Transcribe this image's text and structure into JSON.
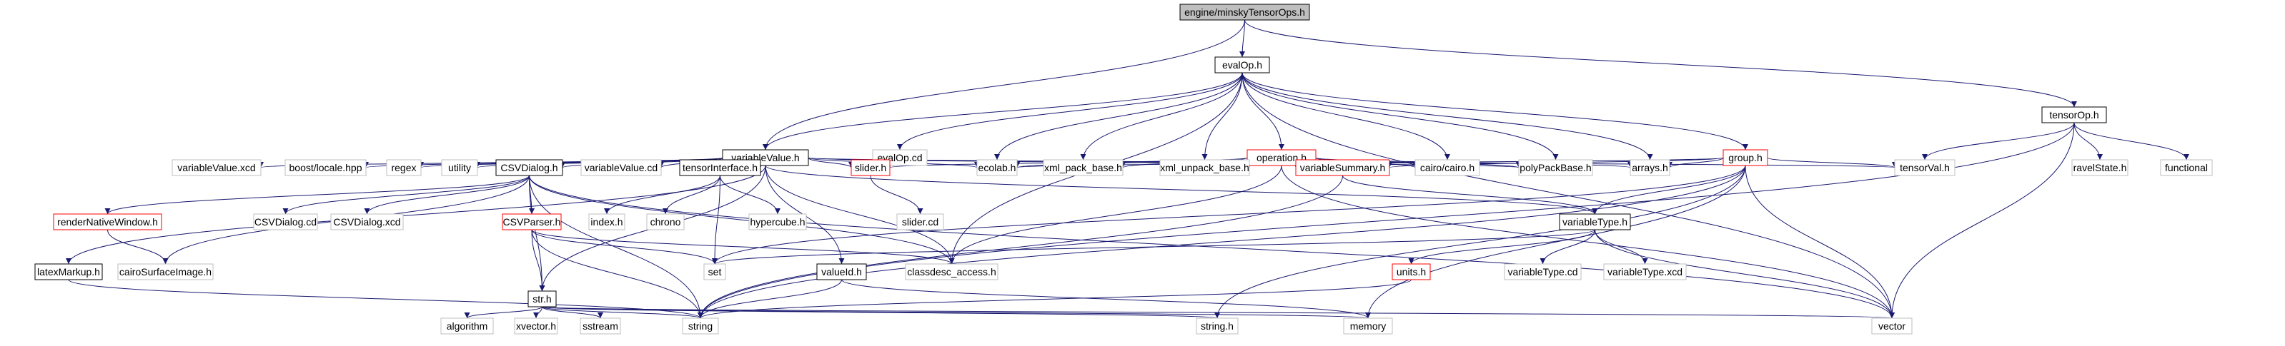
{
  "graph": {
    "nodes": [
      {
        "id": "root",
        "label": "engine/minskyTensorOps.h",
        "kind": "root"
      },
      {
        "id": "evalOp",
        "label": "evalOp.h",
        "kind": "doc"
      },
      {
        "id": "tensorOp",
        "label": "tensorOp.h",
        "kind": "doc"
      },
      {
        "id": "variableValue",
        "label": "variableValue.h",
        "kind": "doc"
      },
      {
        "id": "evalOpcd",
        "label": "evalOp.cd",
        "kind": "sys"
      },
      {
        "id": "operation",
        "label": "operation.h",
        "kind": "trunc"
      },
      {
        "id": "group",
        "label": "group.h",
        "kind": "trunc"
      },
      {
        "id": "variableValuexcd",
        "label": "variableValue.xcd",
        "kind": "sys"
      },
      {
        "id": "boostlocale",
        "label": "boost/locale.hpp",
        "kind": "sys"
      },
      {
        "id": "regex",
        "label": "regex",
        "kind": "sys"
      },
      {
        "id": "utility",
        "label": "utility",
        "kind": "sys"
      },
      {
        "id": "CSVDialog",
        "label": "CSVDialog.h",
        "kind": "doc"
      },
      {
        "id": "variableValuecd",
        "label": "variableValue.cd",
        "kind": "sys"
      },
      {
        "id": "tensorInterface",
        "label": "tensorInterface.h",
        "kind": "doc"
      },
      {
        "id": "slider",
        "label": "slider.h",
        "kind": "trunc"
      },
      {
        "id": "ecolab",
        "label": "ecolab.h",
        "kind": "sys"
      },
      {
        "id": "xmlpack",
        "label": "xml_pack_base.h",
        "kind": "sys"
      },
      {
        "id": "xmlunpack",
        "label": "xml_unpack_base.h",
        "kind": "sys"
      },
      {
        "id": "variableSummary",
        "label": "variableSummary.h",
        "kind": "trunc"
      },
      {
        "id": "cairo",
        "label": "cairo/cairo.h",
        "kind": "sys"
      },
      {
        "id": "polyPackBase",
        "label": "polyPackBase.h",
        "kind": "sys"
      },
      {
        "id": "arrays",
        "label": "arrays.h",
        "kind": "sys"
      },
      {
        "id": "tensorVal",
        "label": "tensorVal.h",
        "kind": "sys"
      },
      {
        "id": "ravelState",
        "label": "ravelState.h",
        "kind": "sys"
      },
      {
        "id": "functional",
        "label": "functional",
        "kind": "sys"
      },
      {
        "id": "renderNativeWindow",
        "label": "renderNativeWindow.h",
        "kind": "trunc"
      },
      {
        "id": "CSVDialogcd",
        "label": "CSVDialog.cd",
        "kind": "sys"
      },
      {
        "id": "CSVDialogxcd",
        "label": "CSVDialog.xcd",
        "kind": "sys"
      },
      {
        "id": "CSVParser",
        "label": "CSVParser.h",
        "kind": "trunc"
      },
      {
        "id": "index",
        "label": "index.h",
        "kind": "sys"
      },
      {
        "id": "chrono",
        "label": "chrono",
        "kind": "sys"
      },
      {
        "id": "hypercube",
        "label": "hypercube.h",
        "kind": "sys"
      },
      {
        "id": "slidercd",
        "label": "slider.cd",
        "kind": "sys"
      },
      {
        "id": "variableType",
        "label": "variableType.h",
        "kind": "doc"
      },
      {
        "id": "latexMarkup",
        "label": "latexMarkup.h",
        "kind": "doc"
      },
      {
        "id": "cairoSurfaceImage",
        "label": "cairoSurfaceImage.h",
        "kind": "sys"
      },
      {
        "id": "set",
        "label": "set",
        "kind": "sys"
      },
      {
        "id": "classdesc",
        "label": "classdesc_access.h",
        "kind": "sys"
      },
      {
        "id": "valueId",
        "label": "valueId.h",
        "kind": "doc"
      },
      {
        "id": "units",
        "label": "units.h",
        "kind": "trunc"
      },
      {
        "id": "variableTypecd",
        "label": "variableType.cd",
        "kind": "sys"
      },
      {
        "id": "variableTypexcd",
        "label": "variableType.xcd",
        "kind": "sys"
      },
      {
        "id": "str",
        "label": "str.h",
        "kind": "doc"
      },
      {
        "id": "algorithm",
        "label": "algorithm",
        "kind": "sys"
      },
      {
        "id": "xvector",
        "label": "xvector.h",
        "kind": "sys"
      },
      {
        "id": "sstream",
        "label": "sstream",
        "kind": "sys"
      },
      {
        "id": "string",
        "label": "string",
        "kind": "sys"
      },
      {
        "id": "stringh",
        "label": "string.h",
        "kind": "sys"
      },
      {
        "id": "memory",
        "label": "memory",
        "kind": "sys"
      },
      {
        "id": "vector",
        "label": "vector",
        "kind": "sys"
      }
    ],
    "edges": [
      [
        "root",
        "evalOp"
      ],
      [
        "root",
        "tensorOp"
      ],
      [
        "root",
        "variableValue"
      ],
      [
        "evalOp",
        "variableValue"
      ],
      [
        "evalOp",
        "evalOpcd"
      ],
      [
        "evalOp",
        "operation"
      ],
      [
        "evalOp",
        "group"
      ],
      [
        "evalOp",
        "ecolab"
      ],
      [
        "evalOp",
        "xmlpack"
      ],
      [
        "evalOp",
        "xmlunpack"
      ],
      [
        "evalOp",
        "cairo"
      ],
      [
        "evalOp",
        "polyPackBase"
      ],
      [
        "evalOp",
        "arrays"
      ],
      [
        "evalOp",
        "classdesc"
      ],
      [
        "evalOp",
        "vector"
      ],
      [
        "tensorOp",
        "tensorVal"
      ],
      [
        "tensorOp",
        "ravelState"
      ],
      [
        "tensorOp",
        "functional"
      ],
      [
        "tensorOp",
        "vector"
      ],
      [
        "tensorOp",
        "string"
      ],
      [
        "variableValue",
        "variableValuexcd"
      ],
      [
        "variableValue",
        "boostlocale"
      ],
      [
        "variableValue",
        "regex"
      ],
      [
        "variableValue",
        "utility"
      ],
      [
        "variableValue",
        "CSVDialog"
      ],
      [
        "variableValue",
        "variableValuecd"
      ],
      [
        "variableValue",
        "tensorInterface"
      ],
      [
        "variableValue",
        "slider"
      ],
      [
        "variableValue",
        "ecolab"
      ],
      [
        "variableValue",
        "tensorVal"
      ],
      [
        "variableValue",
        "variableType"
      ],
      [
        "variableValue",
        "latexMarkup"
      ],
      [
        "variableValue",
        "classdesc"
      ],
      [
        "variableValue",
        "valueId"
      ],
      [
        "variableValue",
        "str"
      ],
      [
        "variableValue",
        "polyPackBase"
      ],
      [
        "operation",
        "slider"
      ],
      [
        "operation",
        "ecolab"
      ],
      [
        "operation",
        "xmlpack"
      ],
      [
        "operation",
        "xmlunpack"
      ],
      [
        "operation",
        "variableSummary"
      ],
      [
        "operation",
        "cairo"
      ],
      [
        "operation",
        "polyPackBase"
      ],
      [
        "operation",
        "arrays"
      ],
      [
        "operation",
        "classdesc"
      ],
      [
        "operation",
        "vector"
      ],
      [
        "group",
        "ecolab"
      ],
      [
        "group",
        "variableSummary"
      ],
      [
        "group",
        "arrays"
      ],
      [
        "group",
        "tensorVal"
      ],
      [
        "group",
        "variableType"
      ],
      [
        "group",
        "set"
      ],
      [
        "group",
        "string"
      ],
      [
        "group",
        "stringh"
      ],
      [
        "group",
        "memory"
      ],
      [
        "group",
        "vector"
      ],
      [
        "CSVDialog",
        "renderNativeWindow"
      ],
      [
        "CSVDialog",
        "CSVDialogcd"
      ],
      [
        "CSVDialog",
        "CSVDialogxcd"
      ],
      [
        "CSVDialog",
        "CSVParser"
      ],
      [
        "CSVDialog",
        "cairoSurfaceImage"
      ],
      [
        "CSVDialog",
        "string"
      ],
      [
        "CSVDialog",
        "vector"
      ],
      [
        "CSVDialog",
        "str"
      ],
      [
        "CSVDialog",
        "classdesc"
      ],
      [
        "renderNativeWindow",
        "cairoSurfaceImage"
      ],
      [
        "CSVParser",
        "set"
      ],
      [
        "CSVParser",
        "string"
      ],
      [
        "CSVParser",
        "classdesc"
      ],
      [
        "CSVParser",
        "str"
      ],
      [
        "tensorInterface",
        "index"
      ],
      [
        "tensorInterface",
        "chrono"
      ],
      [
        "tensorInterface",
        "hypercube"
      ],
      [
        "tensorInterface",
        "set"
      ],
      [
        "slider",
        "slidercd"
      ],
      [
        "variableSummary",
        "variableType"
      ],
      [
        "variableSummary",
        "string"
      ],
      [
        "variableType",
        "set"
      ],
      [
        "variableType",
        "units"
      ],
      [
        "variableType",
        "variableTypecd"
      ],
      [
        "variableType",
        "variableTypexcd"
      ],
      [
        "variableType",
        "vector"
      ],
      [
        "latexMarkup",
        "string"
      ],
      [
        "valueId",
        "string"
      ],
      [
        "valueId",
        "memory"
      ],
      [
        "units",
        "string"
      ],
      [
        "str",
        "algorithm"
      ],
      [
        "str",
        "xvector"
      ],
      [
        "str",
        "sstream"
      ],
      [
        "str",
        "string"
      ],
      [
        "str",
        "stringh"
      ],
      [
        "str",
        "memory"
      ],
      [
        "str",
        "vector"
      ]
    ]
  }
}
